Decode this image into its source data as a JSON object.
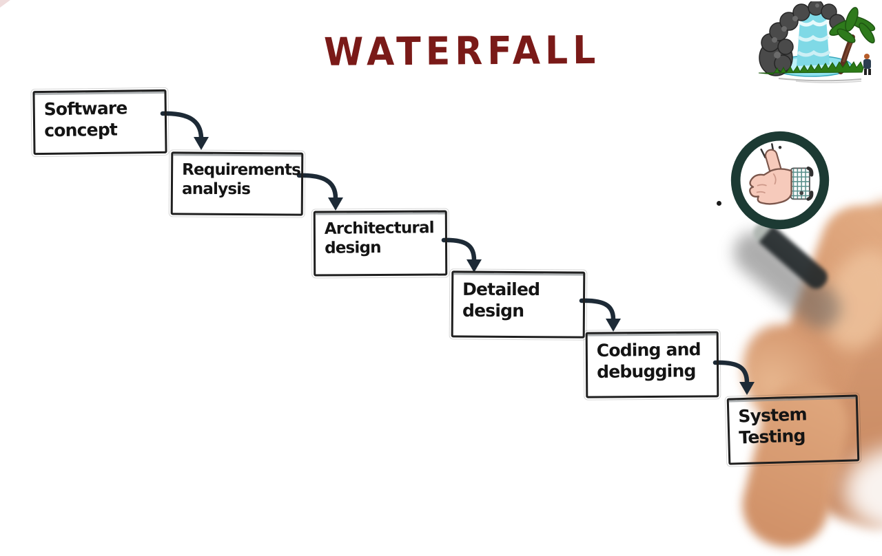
{
  "title": {
    "text": "WATERFALL",
    "color": "#7a1a18"
  },
  "diagram": {
    "box_border_color": "#1f1f1f",
    "arrow_color": "#1d2a36",
    "steps": [
      {
        "label": "Software\nconcept"
      },
      {
        "label": "Requirements\nanalysis"
      },
      {
        "label": "Architectural\ndesign"
      },
      {
        "label": "Detailed\ndesign"
      },
      {
        "label": "Coding and\ndebugging"
      },
      {
        "label": "System\nTesting"
      }
    ]
  },
  "decorations": {
    "waterfall_clipart": {
      "name": "waterfall-with-palm-tree-clipart",
      "water_color": "#7fd9e6",
      "rock_color": "#4a4a4a",
      "palm_color": "#2e7a1c"
    },
    "thumbs_up_badge": {
      "name": "thumbs-up-icon",
      "ring_color": "#1c3a33",
      "hand_color": "#f6cabb"
    },
    "presenter": {
      "name": "hand-holding-marker-behind-glass"
    }
  }
}
